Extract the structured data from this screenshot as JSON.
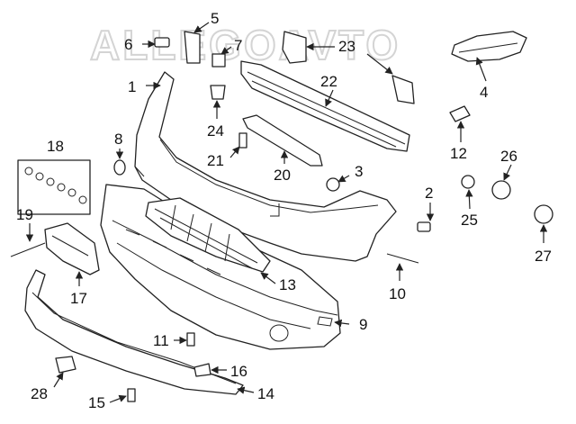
{
  "watermark": "ALLEGOAVTO",
  "callouts": [
    {
      "id": "1",
      "text": "1"
    },
    {
      "id": "2",
      "text": "2"
    },
    {
      "id": "3",
      "text": "3"
    },
    {
      "id": "4",
      "text": "4"
    },
    {
      "id": "5",
      "text": "5"
    },
    {
      "id": "6",
      "text": "6"
    },
    {
      "id": "7",
      "text": "7"
    },
    {
      "id": "8",
      "text": "8"
    },
    {
      "id": "9",
      "text": "9"
    },
    {
      "id": "10",
      "text": "10"
    },
    {
      "id": "11",
      "text": "11"
    },
    {
      "id": "12",
      "text": "12"
    },
    {
      "id": "13",
      "text": "13"
    },
    {
      "id": "14",
      "text": "14"
    },
    {
      "id": "15",
      "text": "15"
    },
    {
      "id": "16",
      "text": "16"
    },
    {
      "id": "17",
      "text": "17"
    },
    {
      "id": "18",
      "text": "18"
    },
    {
      "id": "19",
      "text": "19"
    },
    {
      "id": "20",
      "text": "20"
    },
    {
      "id": "21",
      "text": "21"
    },
    {
      "id": "22",
      "text": "22"
    },
    {
      "id": "23",
      "text": "23"
    },
    {
      "id": "24",
      "text": "24"
    },
    {
      "id": "25",
      "text": "25"
    },
    {
      "id": "26",
      "text": "26"
    },
    {
      "id": "27",
      "text": "27"
    },
    {
      "id": "28",
      "text": "28"
    }
  ]
}
